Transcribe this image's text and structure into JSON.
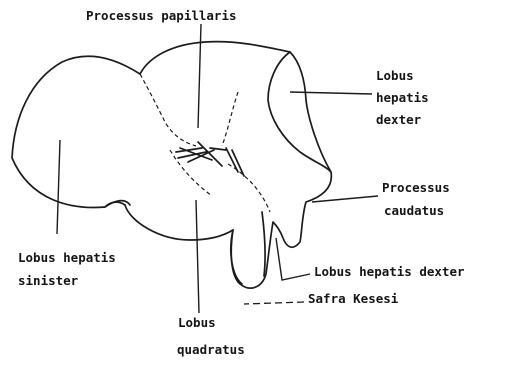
{
  "labels": {
    "processus_papillaris": "Processus papillaris",
    "lobus_hepatis_dexter_top": [
      "Lobus",
      "hepatis",
      "dexter"
    ],
    "processus_caudatus": [
      "Processus",
      "caudatus"
    ],
    "lobus_hepatis_sinister": [
      "Lobus hepatis",
      "sinister"
    ],
    "lobus_hepatis_dexter_bottom": "Lobus hepatis dexter",
    "safra_kesesi": "Safra Kesesi",
    "lobus_quadratus": [
      "Lobus",
      "quadratus"
    ]
  }
}
